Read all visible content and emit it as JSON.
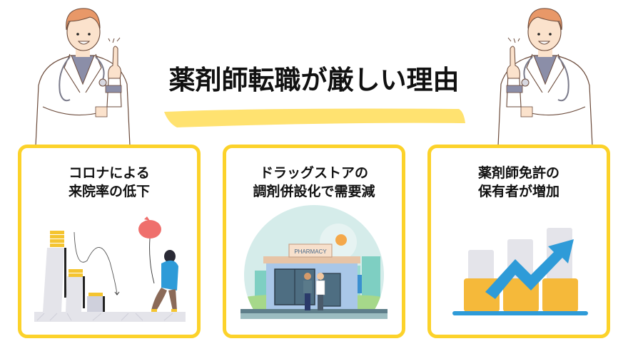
{
  "header": {
    "title": "薬剤師転職が厳しい理由"
  },
  "decorations": {
    "left_figure": "doctor-pointing-up-illustration",
    "right_figure": "doctor-pointing-up-illustration",
    "underline": "yellow-highlighter-stroke"
  },
  "colors": {
    "card_border": "#FCD22A",
    "highlighter": "#FFE270",
    "text": "#111111",
    "coin_gold": "#F4C430",
    "arrow_blue": "#2E9BD8",
    "bar_orange": "#F5B93A",
    "bar_gray": "#E4E4EA"
  },
  "cards": [
    {
      "title_line1": "コロナによる",
      "title_line2": "来院率の低下",
      "illustration": "declining-coin-bars-with-sad-person-illustration"
    },
    {
      "title_line1": "ドラッグストアの",
      "title_line2": "調剤併設化で需要減",
      "illustration": "pharmacy-storefront-illustration",
      "sign_text": "PHARMACY"
    },
    {
      "title_line1": "薬剤師免許の",
      "title_line2": "保有者が増加",
      "illustration": "rising-bar-chart-arrow-illustration"
    }
  ]
}
